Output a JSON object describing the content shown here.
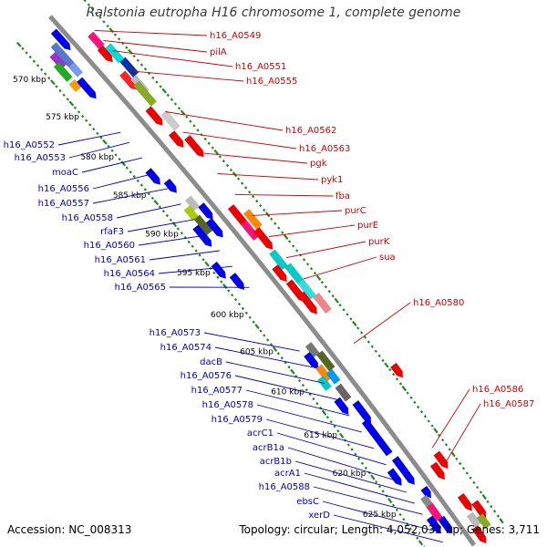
{
  "title": "Ralstonia eutropha H16 chromosome 1, complete genome",
  "accession": "Accession: NC_008313",
  "footer": "Topology: circular; Length: 4,052,032 bp; Genes: 3,711",
  "colors": {
    "backbone": "#8c8c8c",
    "dots": "#1a8a1a",
    "plus_strand": "#ee0000",
    "minus_strand": "#0000ee",
    "label_plus": "#d00000",
    "label_minus": "#0000bb"
  },
  "kbp_ticks": [
    {
      "label": "570 kbp"
    },
    {
      "label": "575 kbp"
    },
    {
      "label": "580 kbp"
    },
    {
      "label": "585 kbp"
    },
    {
      "label": "590 kbp"
    },
    {
      "label": "595 kbp"
    },
    {
      "label": "600 kbp"
    },
    {
      "label": "605 kbp"
    },
    {
      "label": "610 kbp"
    },
    {
      "label": "615 kbp"
    },
    {
      "label": "620 kbp"
    },
    {
      "label": "625 kbp"
    }
  ],
  "plus_labels": [
    "h16_A0549",
    "pilA",
    "h16_A0551",
    "h16_A0555",
    "h16_A0562",
    "h16_A0563",
    "pgk",
    "pyk1",
    "fba",
    "purC",
    "purE",
    "purK",
    "sua",
    "h16_A0580",
    "h16_A0586",
    "h16_A0587"
  ],
  "minus_labels": [
    "h16_A0552",
    "h16_A0553",
    "moaC",
    "h16_A0556",
    "h16_A0557",
    "h16_A0558",
    "rfaF3",
    "h16_A0560",
    "h16_A0561",
    "h16_A0564",
    "h16_A0565",
    "h16_A0573",
    "h16_A0574",
    "dacB",
    "h16_A0576",
    "h16_A0577",
    "h16_A0578",
    "h16_A0579",
    "acrC1",
    "acrB1a",
    "acrB1b",
    "acrA1",
    "h16_A0588",
    "ebsC",
    "xerD"
  ]
}
